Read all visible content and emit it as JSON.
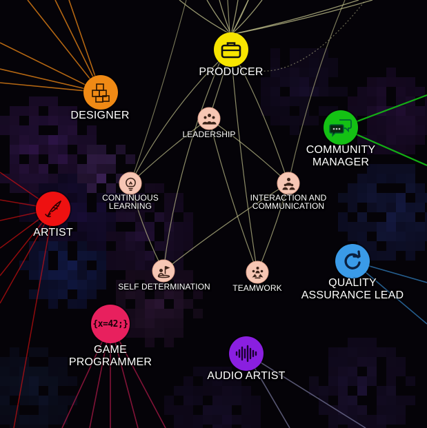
{
  "colors": {
    "producer": "#f7e400",
    "designer": "#f08a15",
    "community_manager": "#14c114",
    "artist": "#ee1111",
    "quality_assurance_lead": "#3a9be8",
    "game_programmer": "#e8205e",
    "audio_artist": "#8a1fe0",
    "skill": "#f6c6b4"
  },
  "roles": {
    "producer": {
      "label": "PRODUCER",
      "icon": "briefcase-icon"
    },
    "designer": {
      "label": "DESIGNER",
      "icon": "cubes-icon"
    },
    "community_manager": {
      "label": "COMMUNITY\nMANAGER",
      "icon": "chat-bubbles-icon"
    },
    "artist": {
      "label": "ARTIST",
      "icon": "quill-pen-icon"
    },
    "quality_assurance_lead": {
      "label": "QUALITY\nASSURANCE LEAD",
      "icon": "refresh-icon"
    },
    "game_programmer": {
      "label": "GAME\nPROGRAMMER",
      "icon": "code-braces-icon",
      "badge": "{x=42;}"
    },
    "audio_artist": {
      "label": "AUDIO ARTIST",
      "icon": "sound-wave-icon"
    }
  },
  "skills": {
    "leadership": {
      "label": "LEADERSHIP",
      "icon": "group-icon"
    },
    "continuous_learning": {
      "label": "CONTINUOUS\nLEARNING",
      "icon": "lightbulb-icon"
    },
    "interaction_and_communication": {
      "label": "INTERACTION AND\nCOMMUNICATION",
      "icon": "people-icon"
    },
    "self_determination": {
      "label": "SELF DETERMINATION",
      "icon": "flag-person-icon"
    },
    "teamwork": {
      "label": "TEAMWORK",
      "icon": "team-icon"
    }
  }
}
